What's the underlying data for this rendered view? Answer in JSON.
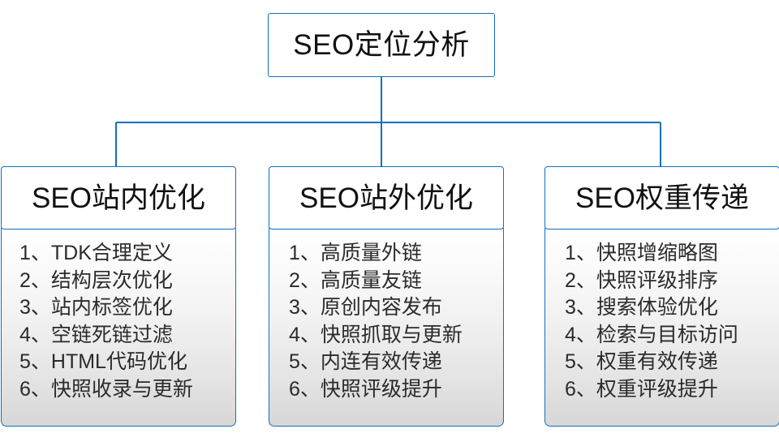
{
  "diagram": {
    "type": "hierarchy-tree",
    "colors": {
      "border_blue": "#1070c0",
      "text_dark": "#111111",
      "list_text": "#2b2b2b",
      "panel_gradient_top": "#ffffff",
      "panel_gradient_bottom": "#d7d7d7",
      "page_background": "#ffffff"
    },
    "root": {
      "title": "SEO定位分析"
    },
    "branches": [
      {
        "title": "SEO站内优化",
        "items": [
          "1、TDK合理定义",
          "2、结构层次优化",
          "3、站内标签优化",
          "4、空链死链过滤",
          "5、HTML代码优化",
          "6、快照收录与更新"
        ]
      },
      {
        "title": "SEO站外优化",
        "items": [
          "1、高质量外链",
          "2、高质量友链",
          "3、原创内容发布",
          "4、快照抓取与更新",
          "5、内连有效传递",
          "6、快照评级提升"
        ]
      },
      {
        "title": "SEO权重传递",
        "items": [
          "1、快照增缩略图",
          "2、快照评级排序",
          "3、搜索体验优化",
          "4、检索与目标访问",
          "5、权重有效传递",
          "6、权重评级提升"
        ]
      }
    ]
  }
}
